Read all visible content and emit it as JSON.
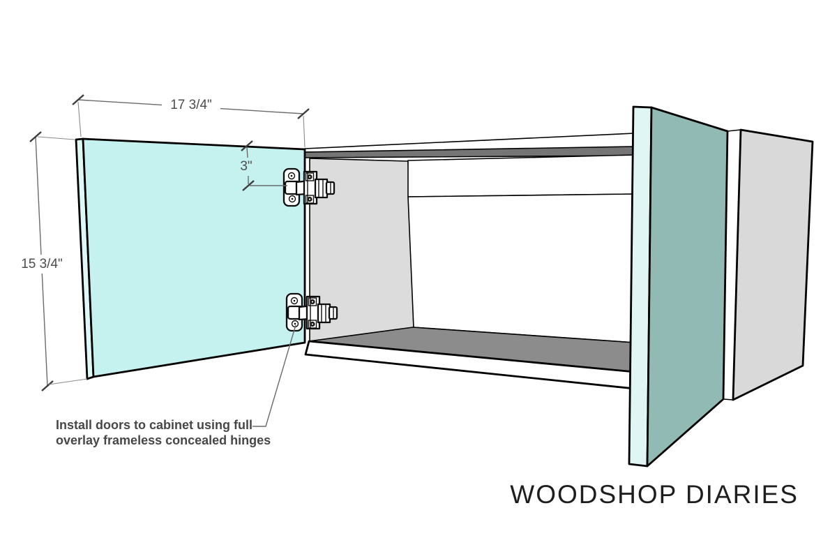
{
  "diagram": {
    "brand": "WOODSHOP DIARIES",
    "dimensions": {
      "door_width": "17 3/4\"",
      "door_height": "15 3/4\"",
      "hinge_inset": "3\""
    },
    "annotation": {
      "line1": "Install doors to cabinet using full",
      "line2": "overlay frameless concealed hinges"
    },
    "colors": {
      "door_face": "#c5f1ef",
      "door_edge": "#ddf8f6",
      "right_door_face": "#92bab4",
      "right_door_edge": "#dff6f4",
      "side_panel_interior": "#dcdcdc",
      "outer_side_panel": "#d9d9d9",
      "shaded_top": "#757575",
      "shaded_floor": "#8c8c8c"
    }
  }
}
